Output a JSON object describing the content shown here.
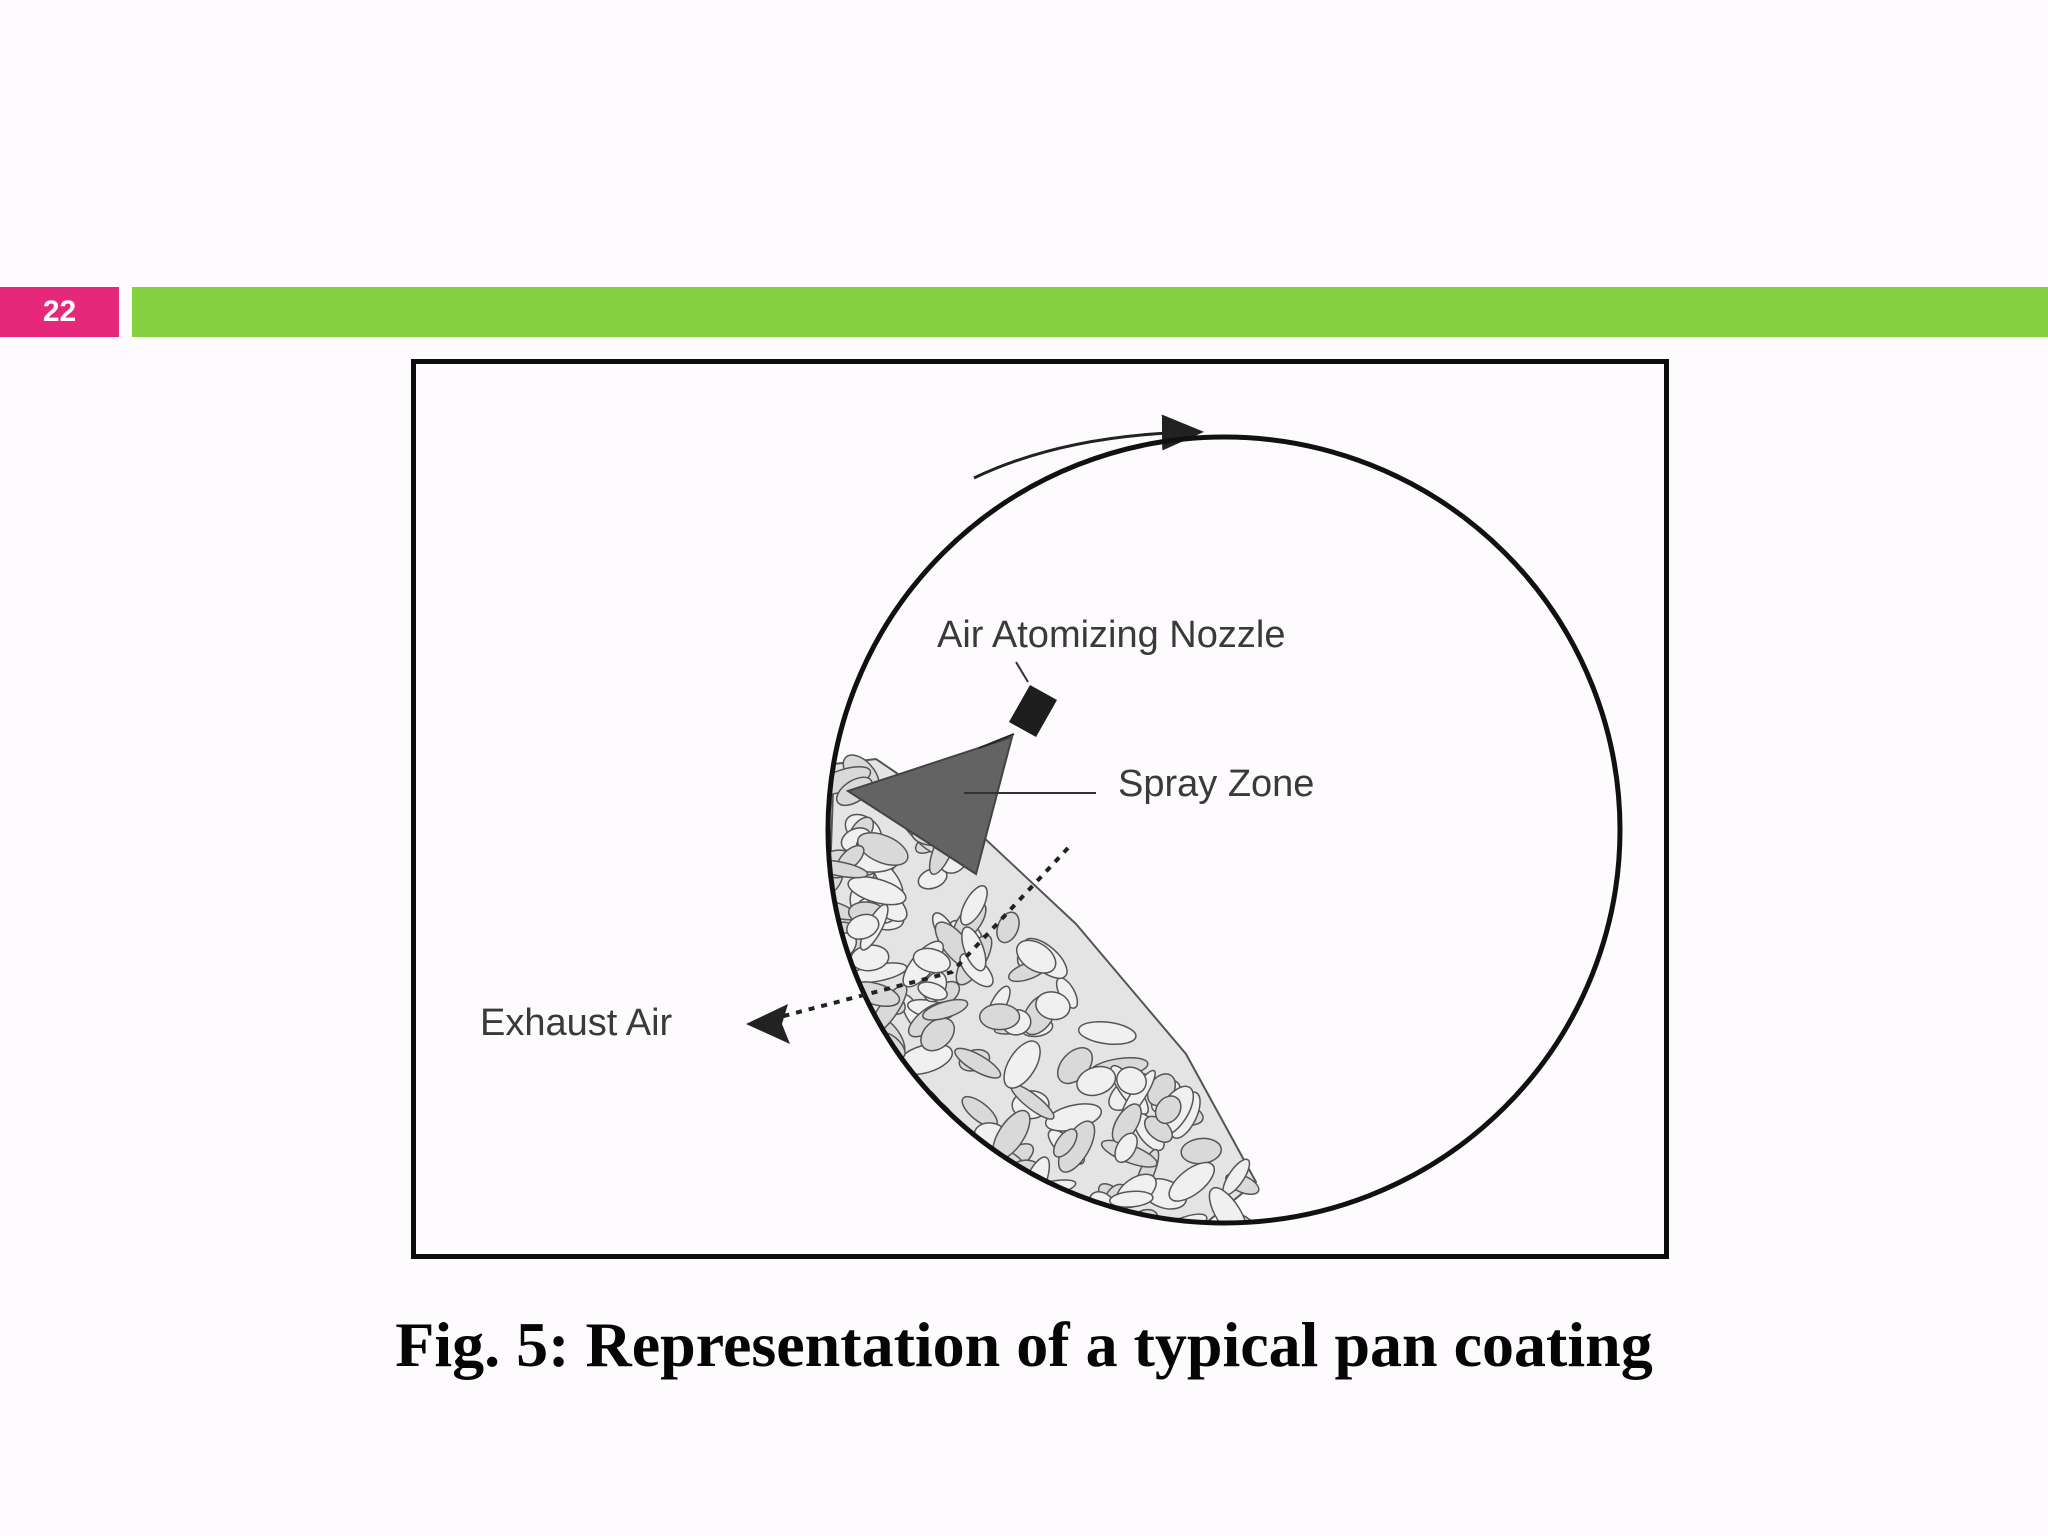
{
  "slide": {
    "number": "22",
    "accent_color": "#e6287a",
    "bar_color": "#84d13f"
  },
  "diagram": {
    "labels": {
      "nozzle": "Air Atomizing Nozzle",
      "spray_zone": "Spray Zone",
      "exhaust": "Exhaust Air"
    }
  },
  "caption": "Fig. 5: Representation of a typical pan coating"
}
